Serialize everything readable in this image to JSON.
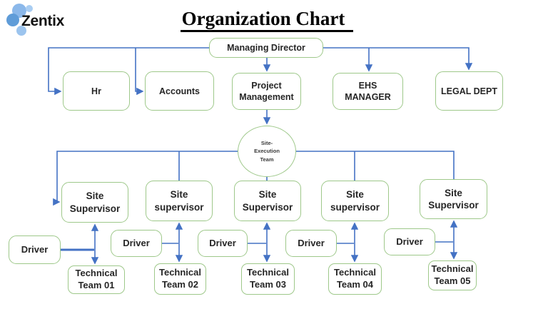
{
  "brand": {
    "name": "Zentix"
  },
  "title": "Organization Chart",
  "colors": {
    "box_border": "#9ec88a",
    "connector_blue": "#4472c4",
    "text": "#262626",
    "logo_blue_light": "#a9cdf2",
    "logo_blue_mid": "#8bb8ea",
    "logo_blue_dark": "#5f9cd8"
  },
  "org": {
    "managing_director": "Managing Director",
    "departments": [
      "Hr",
      "Accounts",
      "Project\nManagement",
      "EHS\nMANAGER",
      "LEGAL DEPT"
    ],
    "hub": "Site-\nExecution\nTeam",
    "supervisors": [
      "Site\nSupervisor",
      "Site\nsupervisor",
      "Site\nSupervisor",
      "Site\nsupervisor",
      "Site\nSupervisor"
    ],
    "drivers": [
      "Driver",
      "Driver",
      "Driver",
      "Driver",
      "Driver"
    ],
    "teams": [
      "Technical\nTeam 01",
      "Technical\nTeam 02",
      "Technical\nTeam 03",
      "Technical\nTeam 04",
      "Technical\nTeam 05"
    ]
  }
}
